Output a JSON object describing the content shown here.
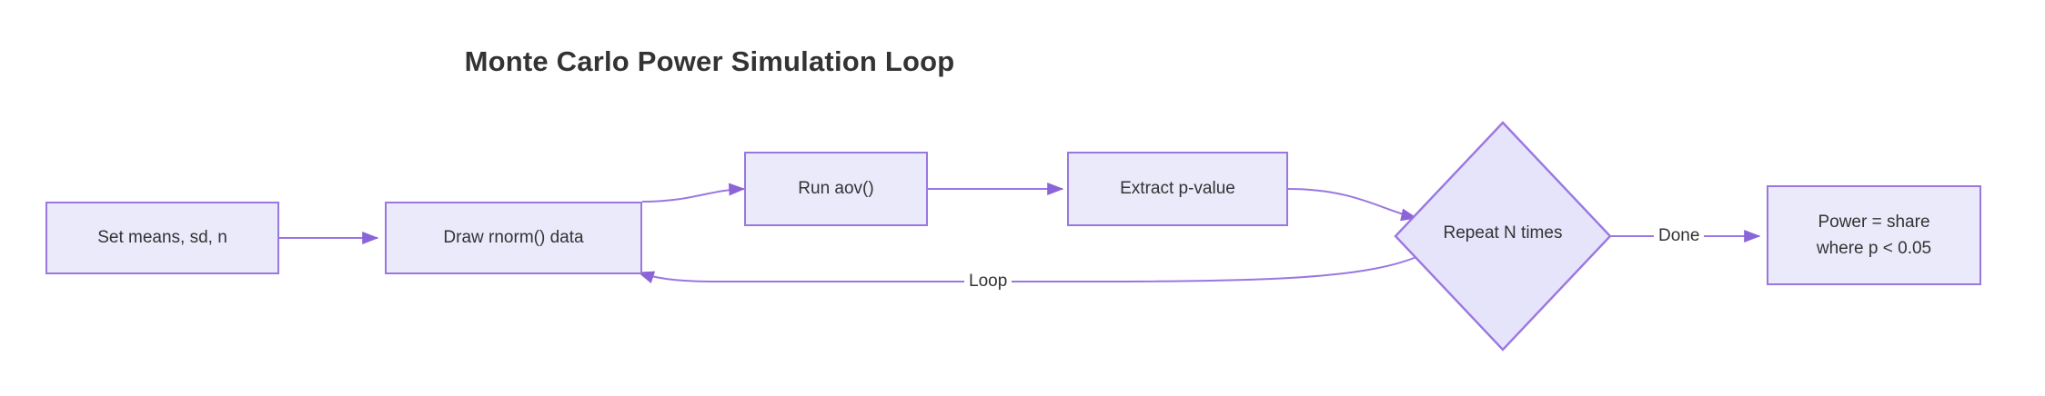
{
  "title": "Monte Carlo Power Simulation Loop",
  "theme": {
    "background": "#ffffff",
    "node_fill": "#eaeafb",
    "node_stroke": "#9a77e0",
    "diamond_fill": "#e6e4fa",
    "edge_stroke": "#9a77e0",
    "text_color": "#333333"
  },
  "nodes": [
    {
      "id": "set-params",
      "shape": "box",
      "label": "Set means, sd, n"
    },
    {
      "id": "draw-data",
      "shape": "box",
      "label": "Draw rnorm() data"
    },
    {
      "id": "run-aov",
      "shape": "box",
      "label": "Run aov()"
    },
    {
      "id": "extract-p",
      "shape": "box",
      "label": "Extract p-value"
    },
    {
      "id": "repeat-n",
      "shape": "diamond",
      "label": "Repeat N times"
    },
    {
      "id": "power-result",
      "shape": "box",
      "label": "Power = share\nwhere p < 0.05"
    }
  ],
  "edges": [
    {
      "id": "e1",
      "from": "set-params",
      "to": "draw-data",
      "label": ""
    },
    {
      "id": "e2",
      "from": "draw-data",
      "to": "run-aov",
      "label": ""
    },
    {
      "id": "e3",
      "from": "run-aov",
      "to": "extract-p",
      "label": ""
    },
    {
      "id": "e4",
      "from": "extract-p",
      "to": "repeat-n",
      "label": ""
    },
    {
      "id": "e5",
      "from": "repeat-n",
      "to": "draw-data",
      "label": "Loop"
    },
    {
      "id": "e6",
      "from": "repeat-n",
      "to": "power-result",
      "label": "Done"
    }
  ],
  "edge_labels": {
    "loop": "Loop",
    "done": "Done"
  }
}
